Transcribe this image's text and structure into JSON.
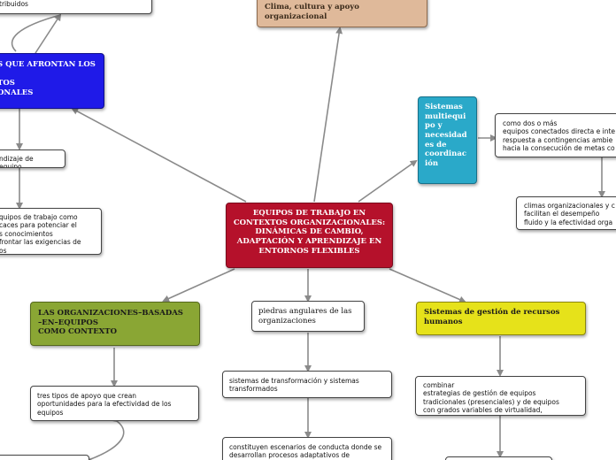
{
  "diagram": {
    "central": "EQUIPOS DE TRABAJO EN\nCONTEXTOS ORGANIZACIONALES:\nDINÁMICAS DE CAMBIO,\nADAPTACIÓN Y APRENDIZAJE EN\nENTORNOS FLEXIBLES",
    "top_left_partial": "tribuidos",
    "clima": "Clima, cultura y apoyo\norganizacional",
    "blue_left": "S QUE AFRONTAN LOS\n\nTOS\nONALES",
    "aprendizaje": "ndizaje de equipo",
    "equipos_trabajo": "quipos de trabajo como\ncaces para potenciar el\ns conocimientos\nfrontar las exigencias de\nos",
    "sistemas_multiequipo": "Sistemas\nmultiequi\npo y\nnecesidad\nes de\ncoordinac\nión",
    "como_dos": "como dos o más\nequipos conectados directa e inte\nrespuesta a contingencias ambie\nhacia la consecución de metas co",
    "climas_org": "climas organizacionales y c\nfacilitan el desempeño\nfluido y la efectividad orga",
    "organizaciones_basadas": "LAS ORGANIZACIONES–BASADAS\n–EN–EQUIPOS\nCOMO CONTEXTO",
    "piedras": "piedras angulares de las\norganizaciones",
    "gestion_rrhh": "Sistemas de gestión de recursos\nhumanos",
    "tres_tipos": "tres tipos de apoyo que crean\noportunidades para la efectividad de los\nequipos",
    "transformacion": "sistemas de transformación y sistemas\ntransformados",
    "combinar": "combinar\nestrategias de gestión de equipos\ntradicionales (presenciales) y de equipos\ncon grados variables de virtualidad,",
    "escenarios": "constituyen escenarios de conducta donde se\ndesarrollan procesos adaptativos de"
  },
  "colors": {
    "central": "#b5112b",
    "blue": "#1f1ae8",
    "cyan": "#2aa9c9",
    "olive": "#8aa634",
    "yellow": "#e6e21a",
    "tan": "#dfb99a",
    "connector": "#8a8a8a"
  }
}
